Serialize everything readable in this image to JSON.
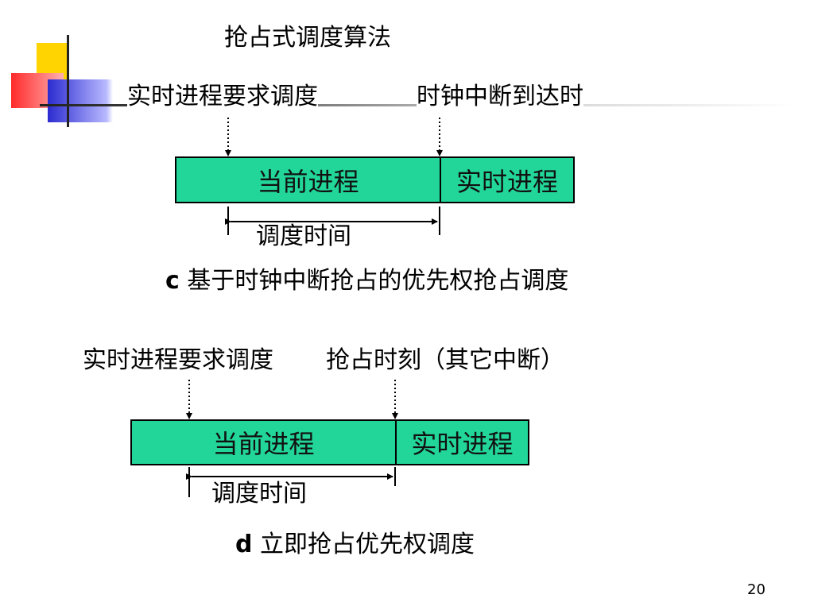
{
  "title": "抢占式调度算法",
  "diagram_c": {
    "request_label": "实时进程要求调度",
    "event_label": "时钟中断到达时",
    "current_process": "当前进程",
    "realtime_process": "实时进程",
    "schedule_time": "调度时间",
    "caption_letter": "c",
    "caption_text": " 基于时钟中断抢占的优先权抢占调度"
  },
  "diagram_d": {
    "request_label": "实时进程要求调度",
    "event_label": "抢占时刻（其它中断）",
    "current_process": "当前进程",
    "realtime_process": "实时进程",
    "schedule_time": "调度时间",
    "caption_letter": "d",
    "caption_text": " 立即抢占优先权调度"
  },
  "page_number": "20",
  "colors": {
    "bar_fill": "#22d69a",
    "deco_yellow": "#ffd400",
    "deco_red": "#ff3030",
    "deco_blue": "#2b2bd0"
  }
}
